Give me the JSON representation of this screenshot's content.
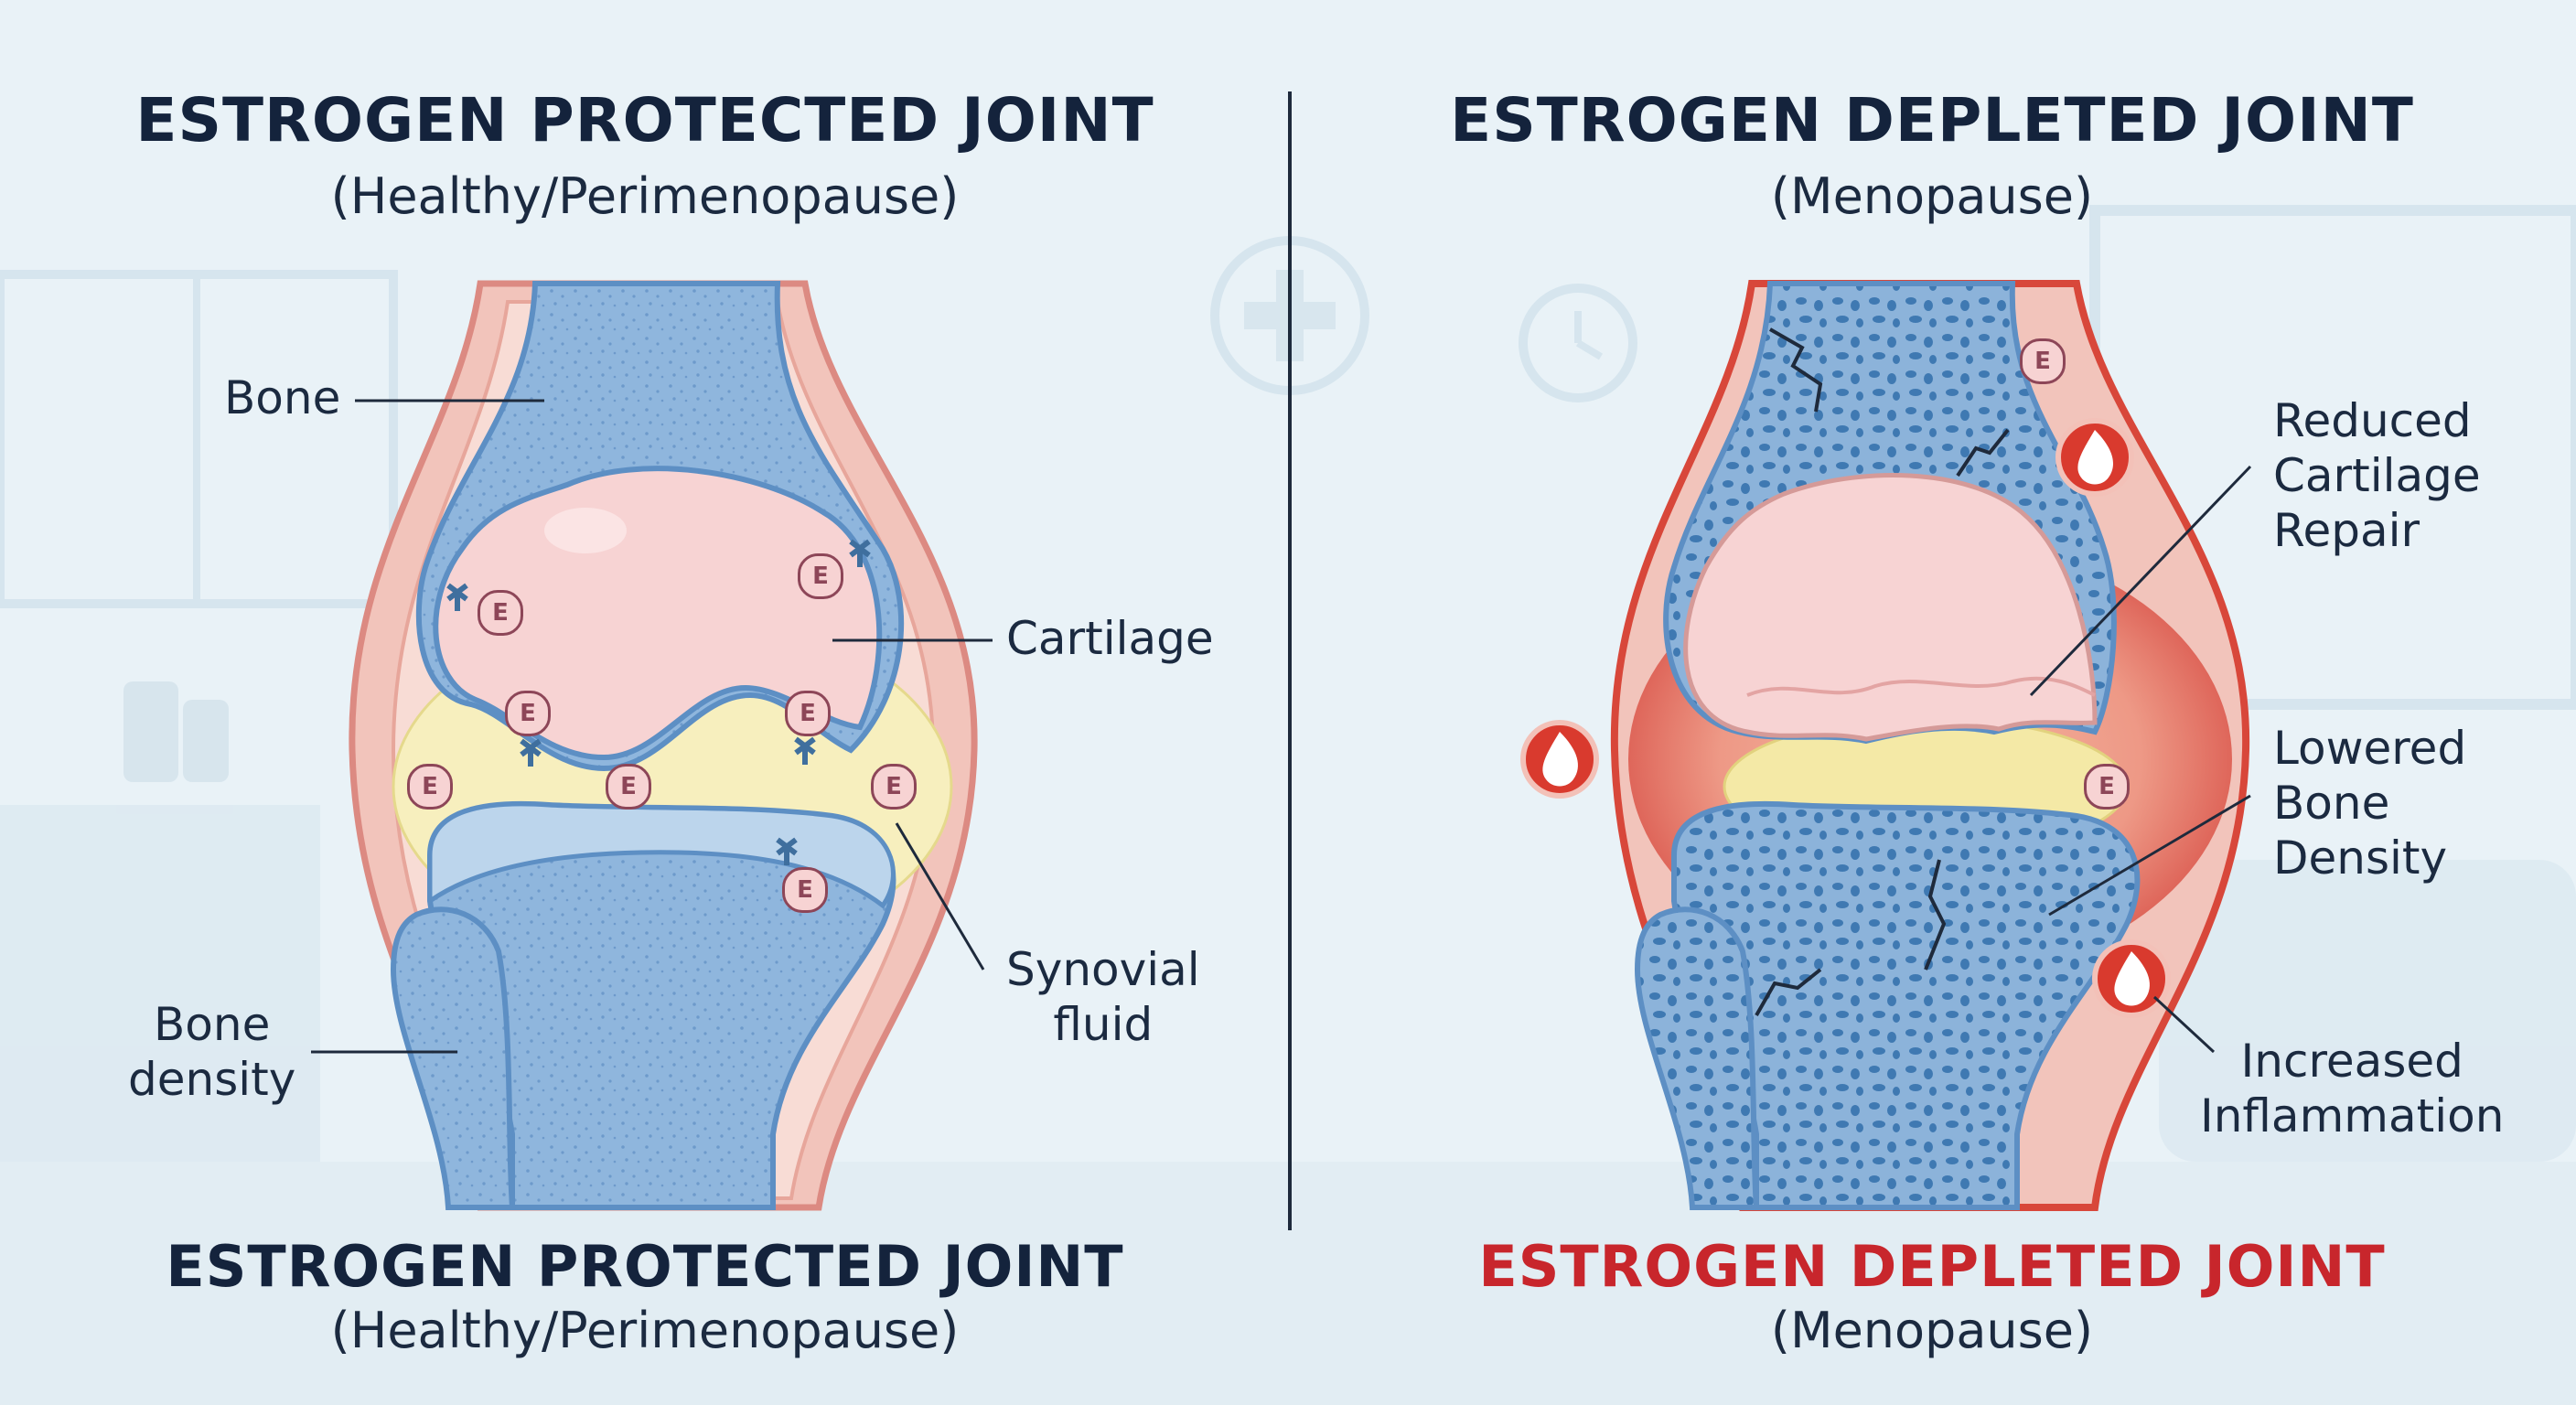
{
  "left_panel": {
    "title": "ESTROGEN PROTECTED JOINT",
    "subtitle": "(Healthy/Perimenopause)",
    "footer_title": "ESTROGEN PROTECTED JOINT",
    "footer_subtitle": "(Healthy/Perimenopause)",
    "labels": {
      "bone": "Bone",
      "cartilage": "Cartilage",
      "synovial_line1": "Synovial",
      "synovial_line2": "fluid",
      "density_line1": "Bone",
      "density_line2": "density"
    },
    "estrogen_marker": "E"
  },
  "right_panel": {
    "title": "ESTROGEN DEPLETED JOINT",
    "subtitle": "(Menopause)",
    "footer_title": "ESTROGEN DEPLETED JOINT",
    "footer_subtitle": "(Menopause)",
    "labels": {
      "repair_line1": "Reduced",
      "repair_line2": "Cartilage",
      "repair_line3": "Repair",
      "density_line1": "Lowered",
      "density_line2": "Bone",
      "density_line3": "Density",
      "inflammation_line1": "Increased",
      "inflammation_line2": "Inflammation"
    },
    "estrogen_marker": "E"
  },
  "colors": {
    "background": "#e9f2f7",
    "bone": "#9ebfe0",
    "cartilage": "#f7d3d3",
    "synovial_fluid": "#f6efbe",
    "capsule": "#f2c4bb",
    "inflammation": "#d93a2e",
    "footer_depleted_title": "#c8262c"
  }
}
